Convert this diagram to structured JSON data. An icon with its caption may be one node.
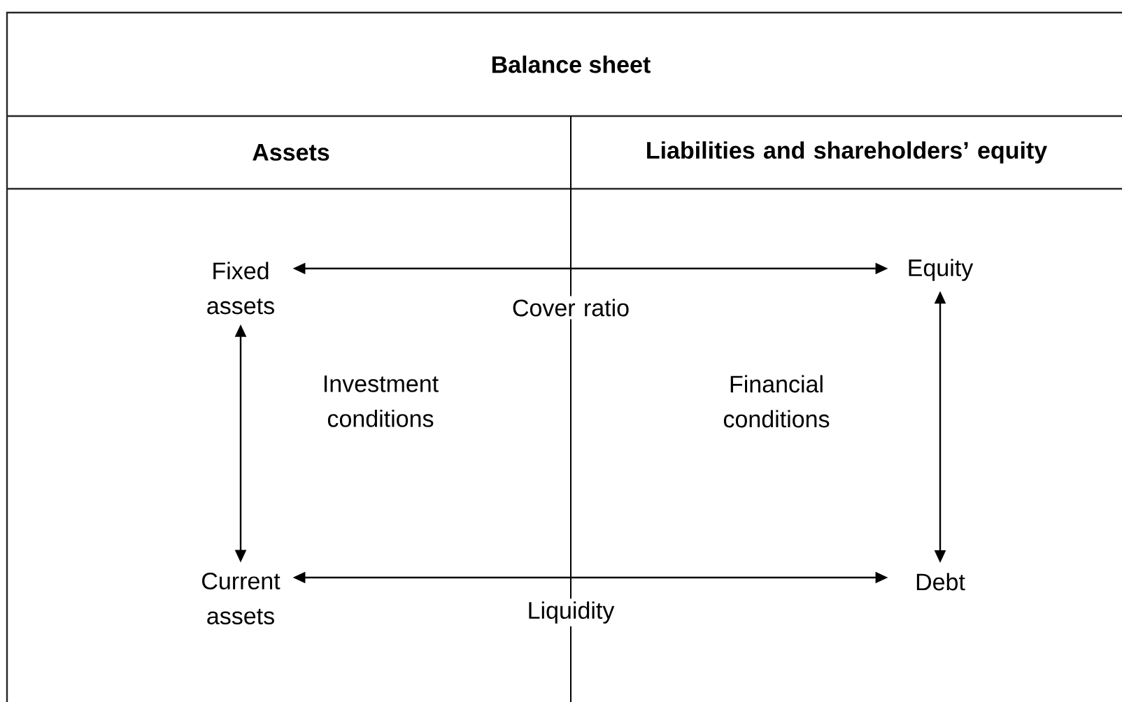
{
  "diagram": {
    "title": "Balance sheet",
    "nodes": [
      {
        "text": [
          "Assets"
        ]
      },
      {
        "text": [
          "Liabilities and shareholders’ equity"
        ]
      },
      {
        "text": [
          "Fixed assets"
        ]
      },
      {
        "text": [
          "Equity"
        ]
      },
      {
        "text": [
          "Current assets"
        ]
      },
      {
        "text": [
          "Debt"
        ]
      }
    ],
    "edges": [
      {
        "from": 2,
        "to": 3,
        "arrow": "both",
        "label": "Cover ratio"
      },
      {
        "from": 2,
        "to": 4,
        "arrow": "both",
        "label": "Investment conditions"
      },
      {
        "from": 3,
        "to": 5,
        "arrow": "both",
        "label": "Financial conditions"
      },
      {
        "from": 4,
        "to": 5,
        "arrow": "both",
        "label": "Liquidity"
      }
    ]
  }
}
